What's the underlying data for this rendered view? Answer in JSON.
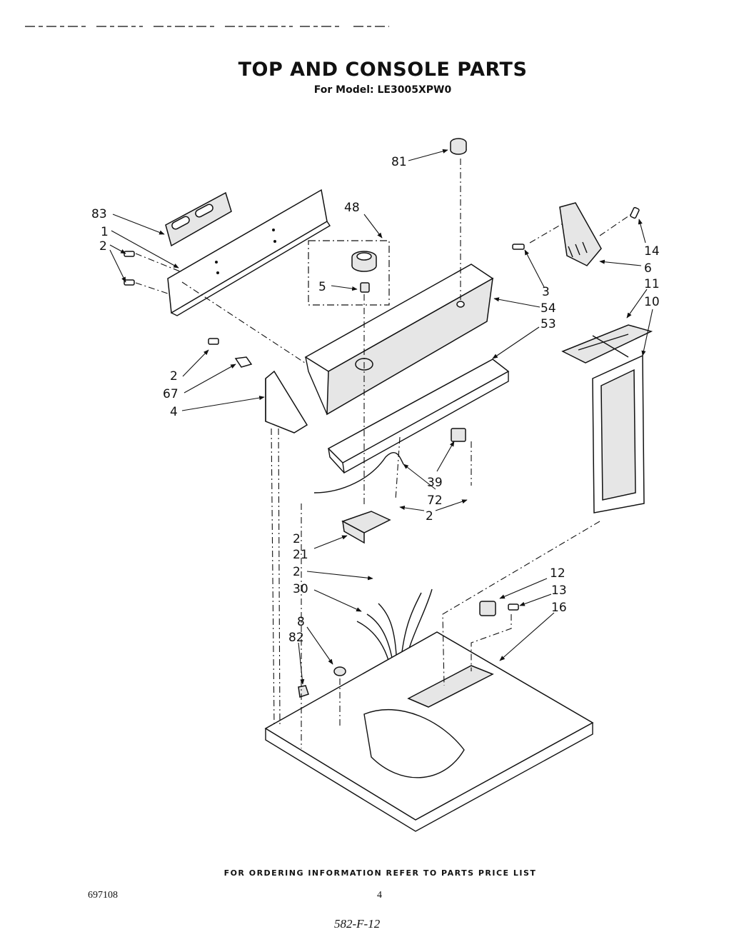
{
  "header": {
    "title": "TOP AND CONSOLE PARTS",
    "subtitle": "For Model: LE3005XPW0"
  },
  "callouts": {
    "c81": "81",
    "c48": "48",
    "c83": "83",
    "c1": "1",
    "c2a": "2",
    "c5": "5",
    "c14": "14",
    "c6": "6",
    "c3": "3",
    "c54": "54",
    "c53": "53",
    "c11": "11",
    "c10": "10",
    "c2b": "2",
    "c67": "67",
    "c4": "4",
    "c39": "39",
    "c72": "72",
    "c2c": "2",
    "c2d": "2",
    "c21": "21",
    "c2e": "2",
    "c30": "30",
    "c12": "12",
    "c13": "13",
    "c16": "16",
    "c8": "8",
    "c82": "82"
  },
  "footer": {
    "ordering_note": "FOR ORDERING INFORMATION REFER TO PARTS PRICE LIST",
    "doc_number": "697108",
    "page_number": "4",
    "handwritten_code": "582-F-12"
  }
}
